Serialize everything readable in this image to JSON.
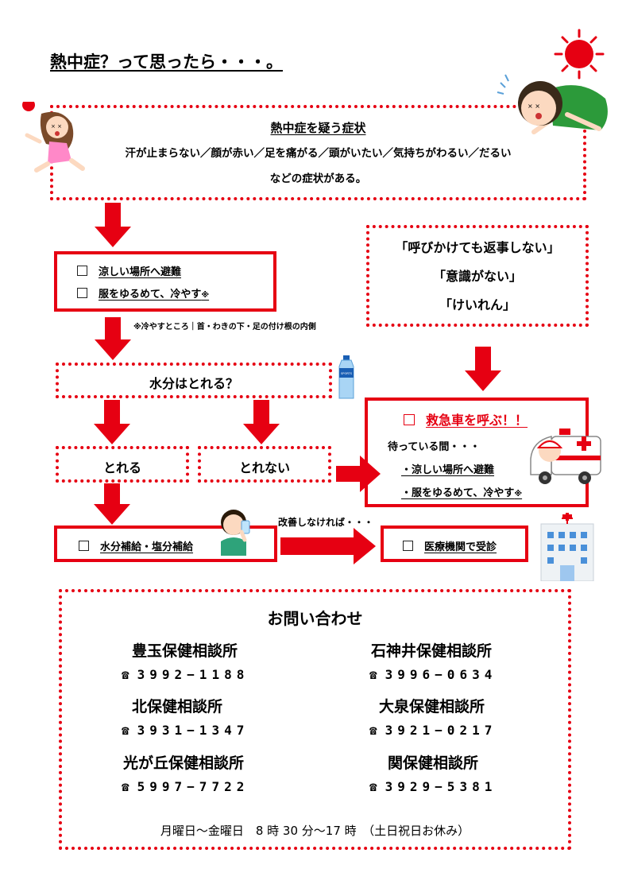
{
  "title": "熱中症？って思ったら・・・。",
  "symptoms": {
    "heading": "熱中症を疑う症状",
    "line1": "汗が止まらない／顔が赤い／足を痛がる／頭がいたい／気持ちがわるい／だるい",
    "line2": "などの症状がある。"
  },
  "first_aid": {
    "item1": "涼しい場所へ避難",
    "item2": "服をゆるめて、冷やす",
    "item2_mark": "※",
    "note": "※冷やすところ｜首・わきの下・足の付け根の内側"
  },
  "severe": {
    "line1": "「呼びかけても返事しない」",
    "line2": "「意識がない」",
    "line3": "「けいれん」"
  },
  "water_question": "水分はとれる？",
  "can_drink": "とれる",
  "cannot_drink": "とれない",
  "hydrate": "水分補給・塩分補給",
  "if_not_improved": "改善しなければ・・・",
  "hospital": "医療機関で受診",
  "ambulance": {
    "heading": "救急車を呼ぶ！！",
    "waiting": "待っている間・・・",
    "item1": "・涼しい場所へ避難",
    "item2": "・服をゆるめて、冷やす",
    "item2_mark": "※"
  },
  "bottle_label": "SPORTS",
  "contacts": {
    "heading": "お問い合わせ",
    "tel_symbol": "☎",
    "list": [
      {
        "name": "豊玉保健相談所",
        "tel": "3992−1188"
      },
      {
        "name": "石神井保健相談所",
        "tel": "3996−0634"
      },
      {
        "name": "北保健相談所",
        "tel": "3931−1347"
      },
      {
        "name": "大泉保健相談所",
        "tel": "3921−0217"
      },
      {
        "name": "光が丘保健相談所",
        "tel": "5997−7722"
      },
      {
        "name": "関保健相談所",
        "tel": "3929−5381"
      }
    ],
    "hours": "月曜日～金曜日　8 時 30 分～17 時　（土日祝日お休み）"
  },
  "colors": {
    "accent": "#e60012"
  }
}
